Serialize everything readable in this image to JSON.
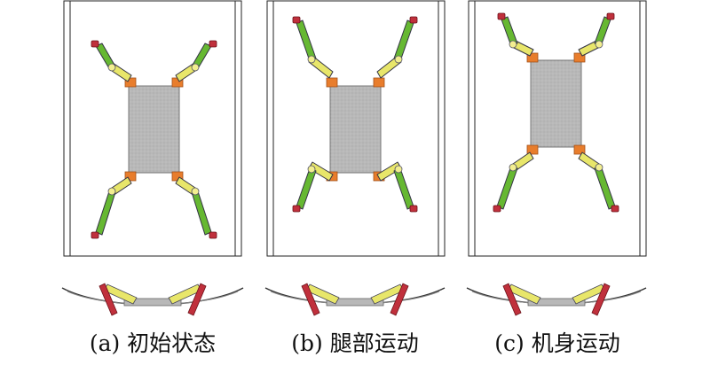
{
  "figure": {
    "panels": [
      {
        "id": "a",
        "caption": "(a) 初始状态"
      },
      {
        "id": "b",
        "caption": "(b) 腿部运动"
      },
      {
        "id": "c",
        "caption": "(c) 机身运动"
      }
    ],
    "colors": {
      "body": "#b8b8b8",
      "upper_leg": "#e8e66a",
      "lower_leg": "#66b832",
      "joint": "#e87d2c",
      "foot": "#c0303c",
      "frame_line": "#222222"
    }
  }
}
